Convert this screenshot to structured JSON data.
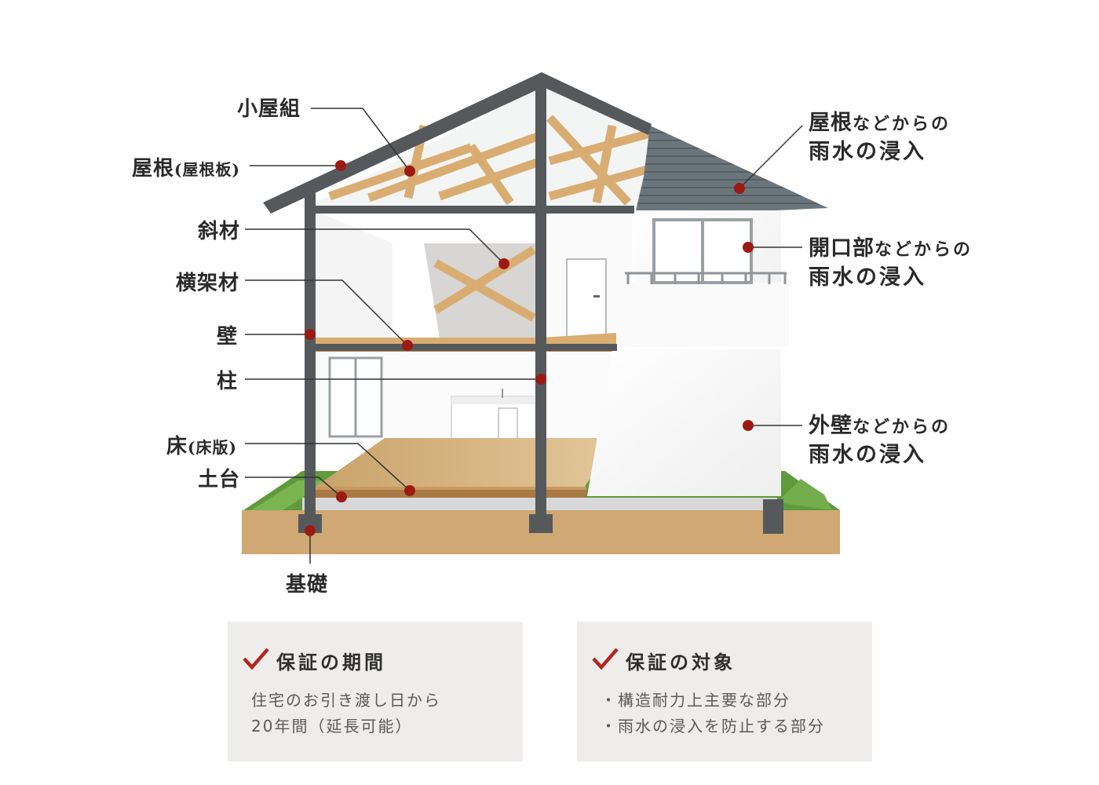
{
  "labels": {
    "koyagumi": "小屋組",
    "yane_main": "屋根",
    "yane_sub": "(屋根板)",
    "shazai": "斜材",
    "yokokazai": "横架材",
    "kabe": "壁",
    "hashira": "柱",
    "yuka_main": "床",
    "yuka_sub": "(床版)",
    "dodai": "土台",
    "kiso": "基礎"
  },
  "right_labels": {
    "roof": {
      "head": "屋根",
      "tail": "などからの",
      "line2": "雨水の浸入"
    },
    "opening": {
      "head": "開口部",
      "tail": "などからの",
      "line2": "雨水の浸入"
    },
    "wall": {
      "head": "外壁",
      "tail": "などからの",
      "line2": "雨水の浸入"
    }
  },
  "cards": [
    {
      "title": "保証の期間",
      "lines": [
        "住宅のお引き渡し日から",
        "20年間（延長可能）"
      ]
    },
    {
      "title": "保証の対象",
      "lines": [
        "・構造耐力上主要な部分",
        "・雨水の浸入を防止する部分"
      ]
    }
  ],
  "colors": {
    "frame": "#55595c",
    "timber": "#d9ad72",
    "roof": "#5f6a70",
    "marker": "#9b1b12",
    "check": "#b3261e",
    "ground": "#cfa873",
    "grass": "#5f9a3c",
    "card_bg": "#efedeb"
  },
  "icons": {
    "check": "check-icon"
  }
}
